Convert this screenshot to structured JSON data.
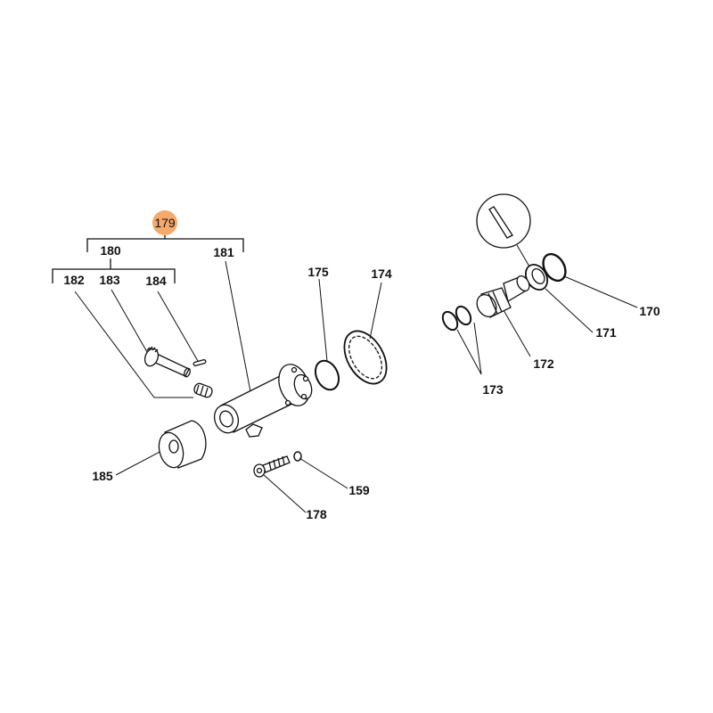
{
  "diagram": {
    "highlight_color": "#F5A96B",
    "highlighted_part": "179",
    "parts": [
      {
        "id": "p179",
        "number": "179"
      },
      {
        "id": "p180",
        "number": "180"
      },
      {
        "id": "p181",
        "number": "181"
      },
      {
        "id": "p182",
        "number": "182"
      },
      {
        "id": "p183",
        "number": "183"
      },
      {
        "id": "p184",
        "number": "184"
      },
      {
        "id": "p175",
        "number": "175"
      },
      {
        "id": "p174",
        "number": "174"
      },
      {
        "id": "p185",
        "number": "185"
      },
      {
        "id": "p159",
        "number": "159"
      },
      {
        "id": "p178",
        "number": "178"
      },
      {
        "id": "p170",
        "number": "170"
      },
      {
        "id": "p171",
        "number": "171"
      },
      {
        "id": "p172",
        "number": "172"
      },
      {
        "id": "p173",
        "number": "173"
      }
    ]
  }
}
